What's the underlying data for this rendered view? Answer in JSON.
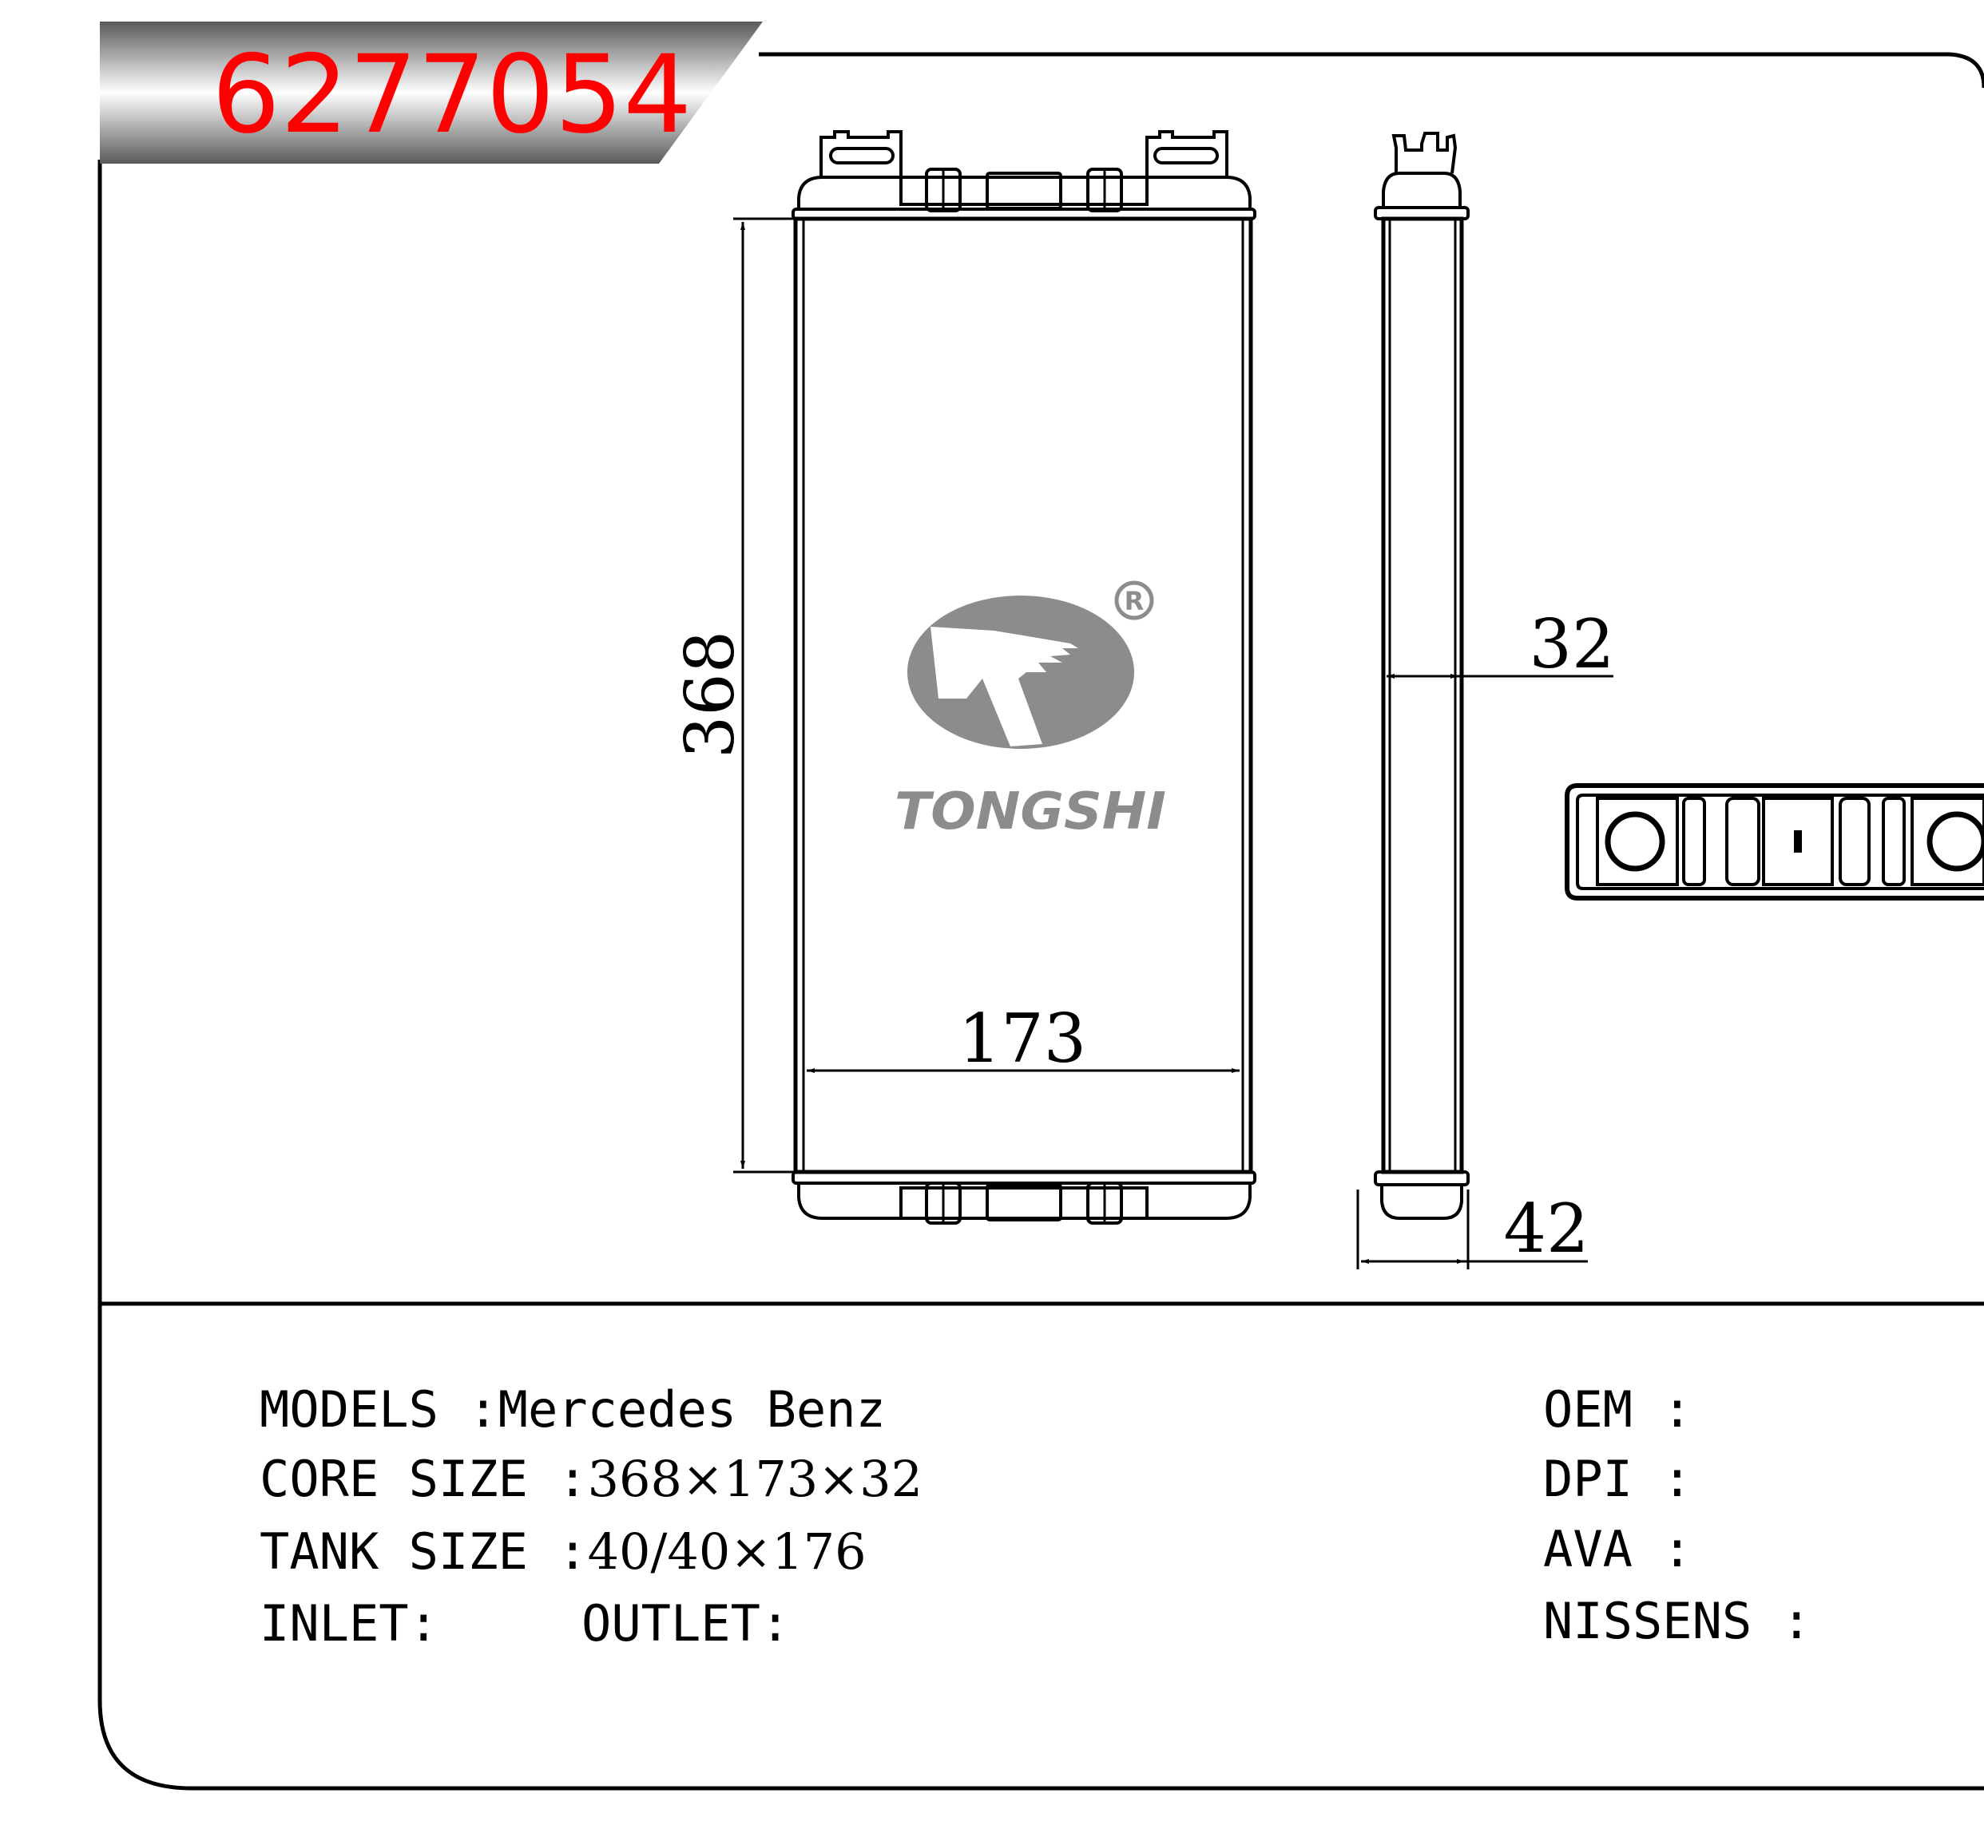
{
  "header": {
    "part_number": "6277054"
  },
  "logo": {
    "brand": "TONGSHI",
    "registered_mark": "R",
    "color": "#8c8c8c"
  },
  "dimensions": {
    "height": "368",
    "width": "173",
    "depth": "32",
    "tank_depth": "42"
  },
  "specs": {
    "models_label": "MODELS :",
    "models_value": "Mercedes Benz",
    "core_label": "CORE SIZE :",
    "core_value": "368×173×32",
    "tank_label": "TANK SIZE :",
    "tank_value": "40/40×176",
    "inlet_label": "INLET:",
    "outlet_label": "OUTLET:",
    "oem_label": "OEM :",
    "dpi_label": "DPI :",
    "ava_label": "AVA :",
    "nissens_label": "NISSENS :"
  },
  "colors": {
    "accent": "#ff0000",
    "line": "#000000"
  }
}
